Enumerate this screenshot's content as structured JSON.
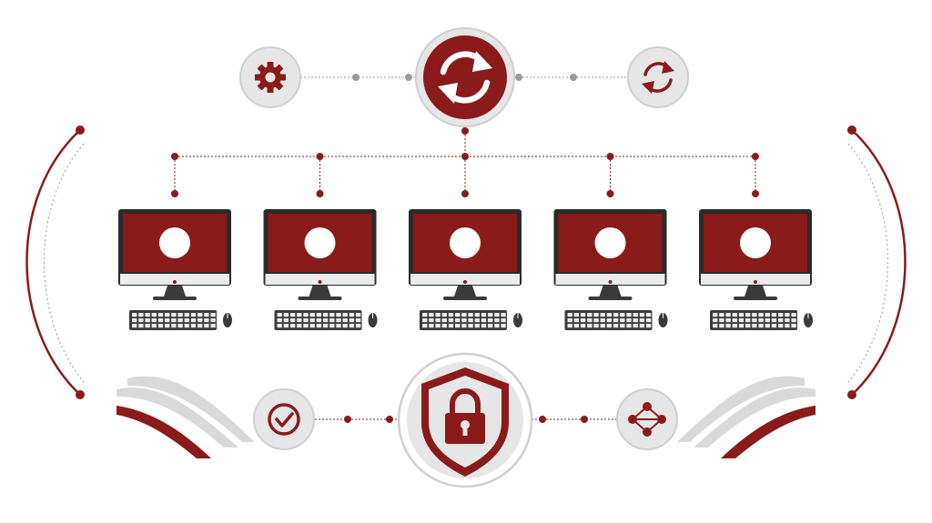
{
  "colors": {
    "primary": "#8b1a1a",
    "circle_fill": "#e6e6e6",
    "circle_stroke": "#cfcfcf",
    "connector": "#9a9a9a",
    "screen_frame": "#2b2b2b",
    "stand": "#3a3a3a",
    "white": "#ffffff",
    "light_stripe": "#d9d9d9"
  },
  "diagram": {
    "top_nodes": [
      {
        "id": "settings",
        "icon": "gear-icon"
      },
      {
        "id": "sync-main",
        "icon": "sync-icon"
      },
      {
        "id": "refresh",
        "icon": "refresh-icon"
      }
    ],
    "bottom_nodes": [
      {
        "id": "approved",
        "icon": "checkmark-icon"
      },
      {
        "id": "security",
        "icon": "shield-lock-icon"
      },
      {
        "id": "network",
        "icon": "network-nodes-icon"
      }
    ],
    "computer_count": 5
  }
}
